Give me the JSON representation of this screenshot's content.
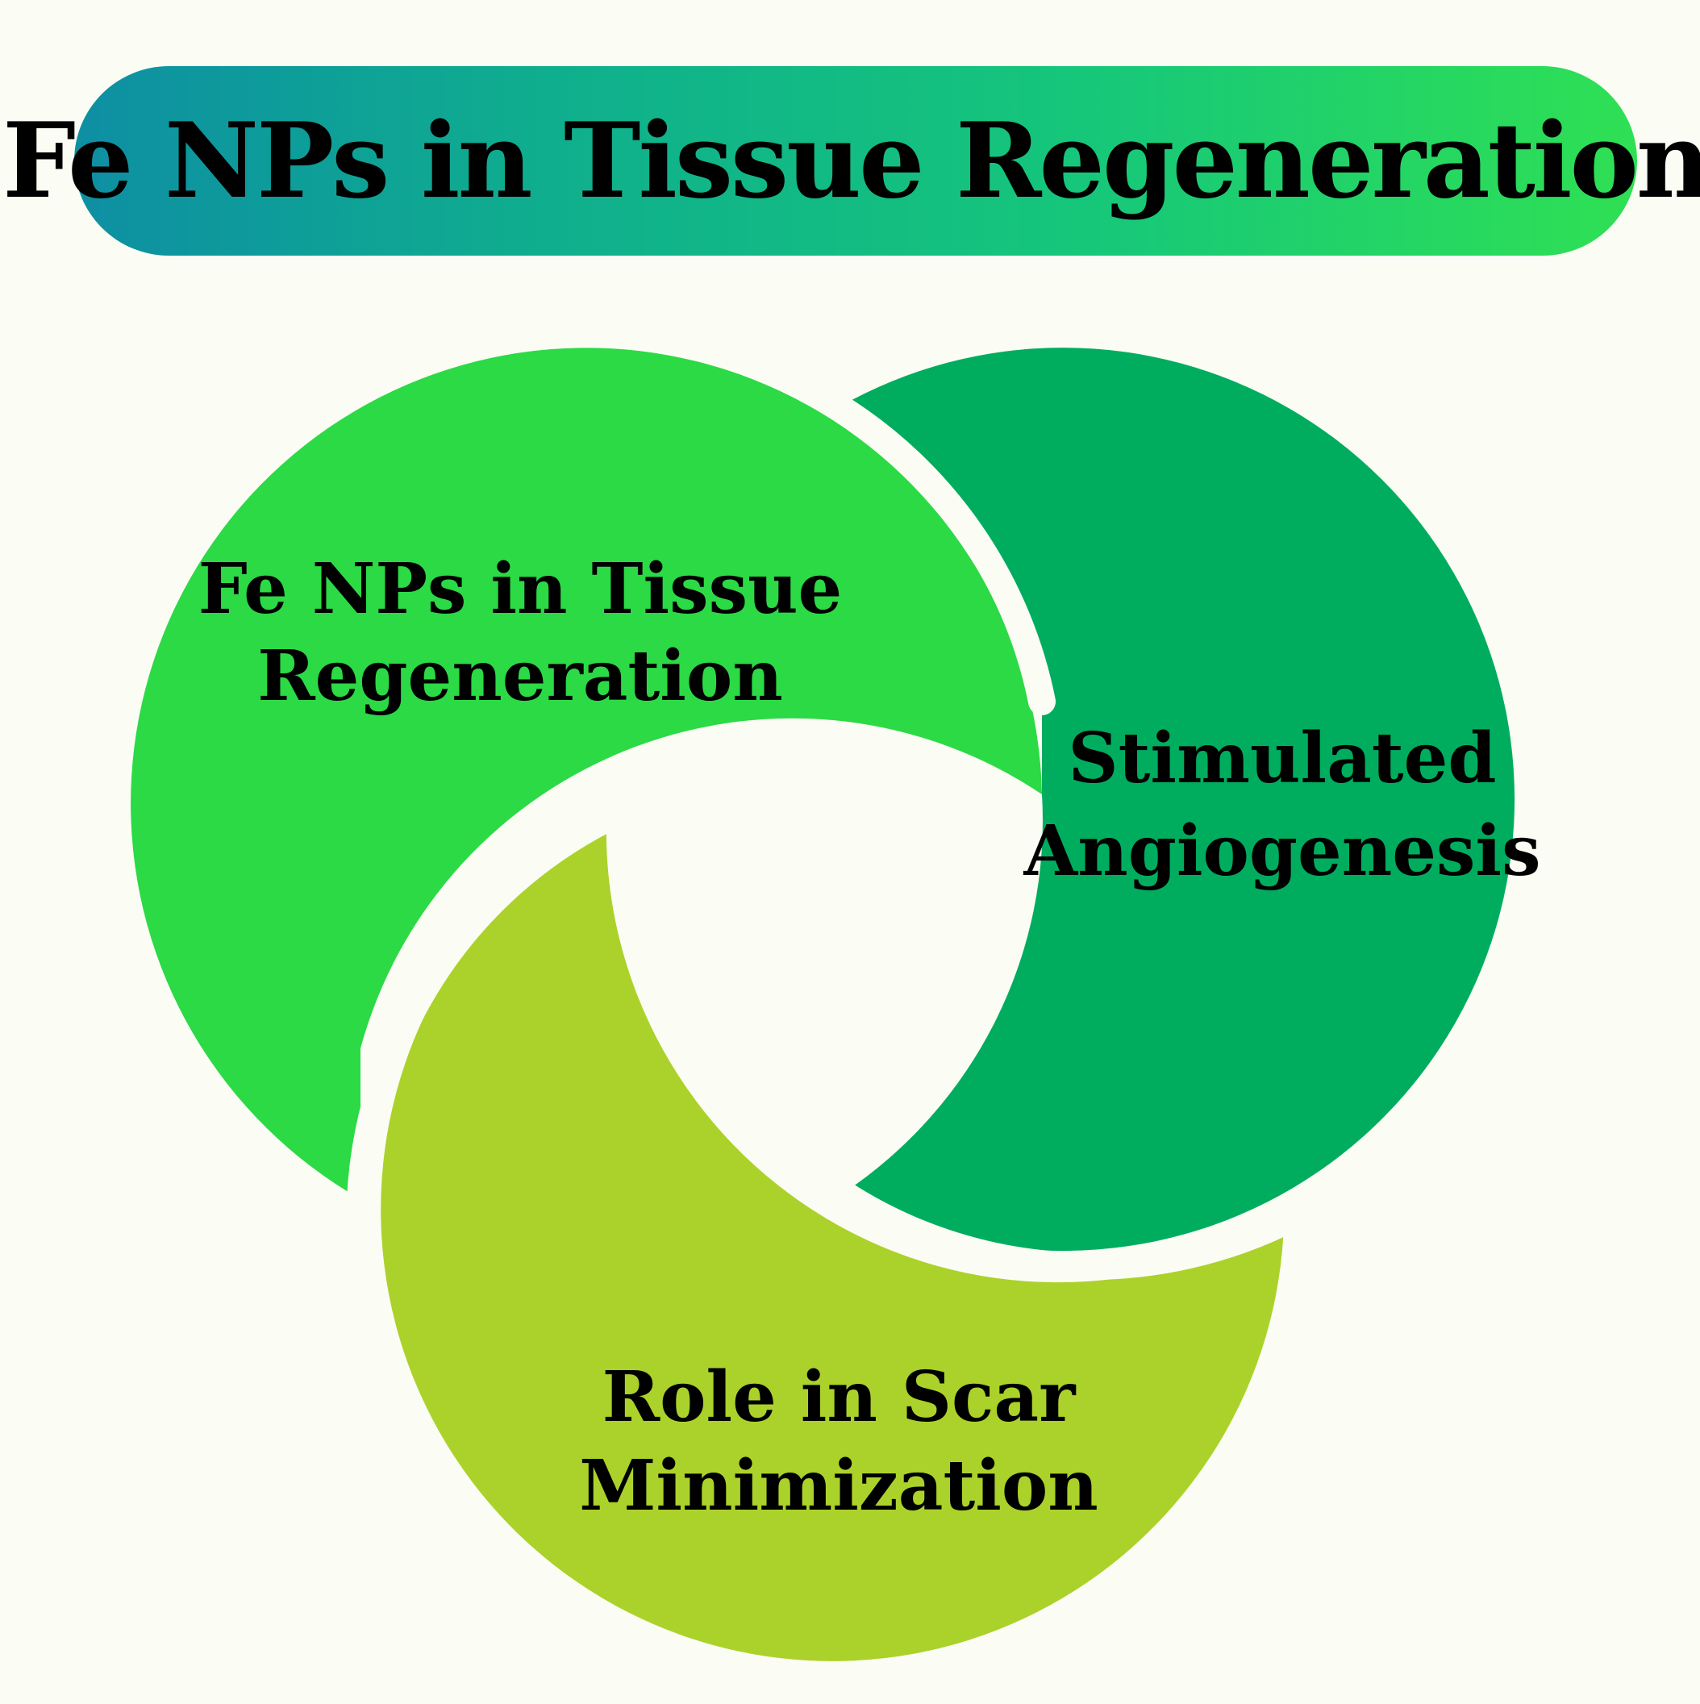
{
  "title": "Fe NPs in Tissue Regeneration",
  "segments": [
    {
      "id": "tissue",
      "line1": "Fe NPs in Tissue",
      "line2": "Regeneration",
      "color": "#2bda45"
    },
    {
      "id": "angiogenesis",
      "line1": "Stimulated",
      "line2": "Angiogenesis",
      "color": "#00ad5f"
    },
    {
      "id": "scar",
      "line1": "Role in Scar",
      "line2": "Minimization",
      "color": "#abd22a"
    }
  ],
  "colors": {
    "background": "#fbfcf4",
    "banner_start": "#0e8fa3",
    "banner_end": "#2fe054",
    "text": "#000000"
  }
}
